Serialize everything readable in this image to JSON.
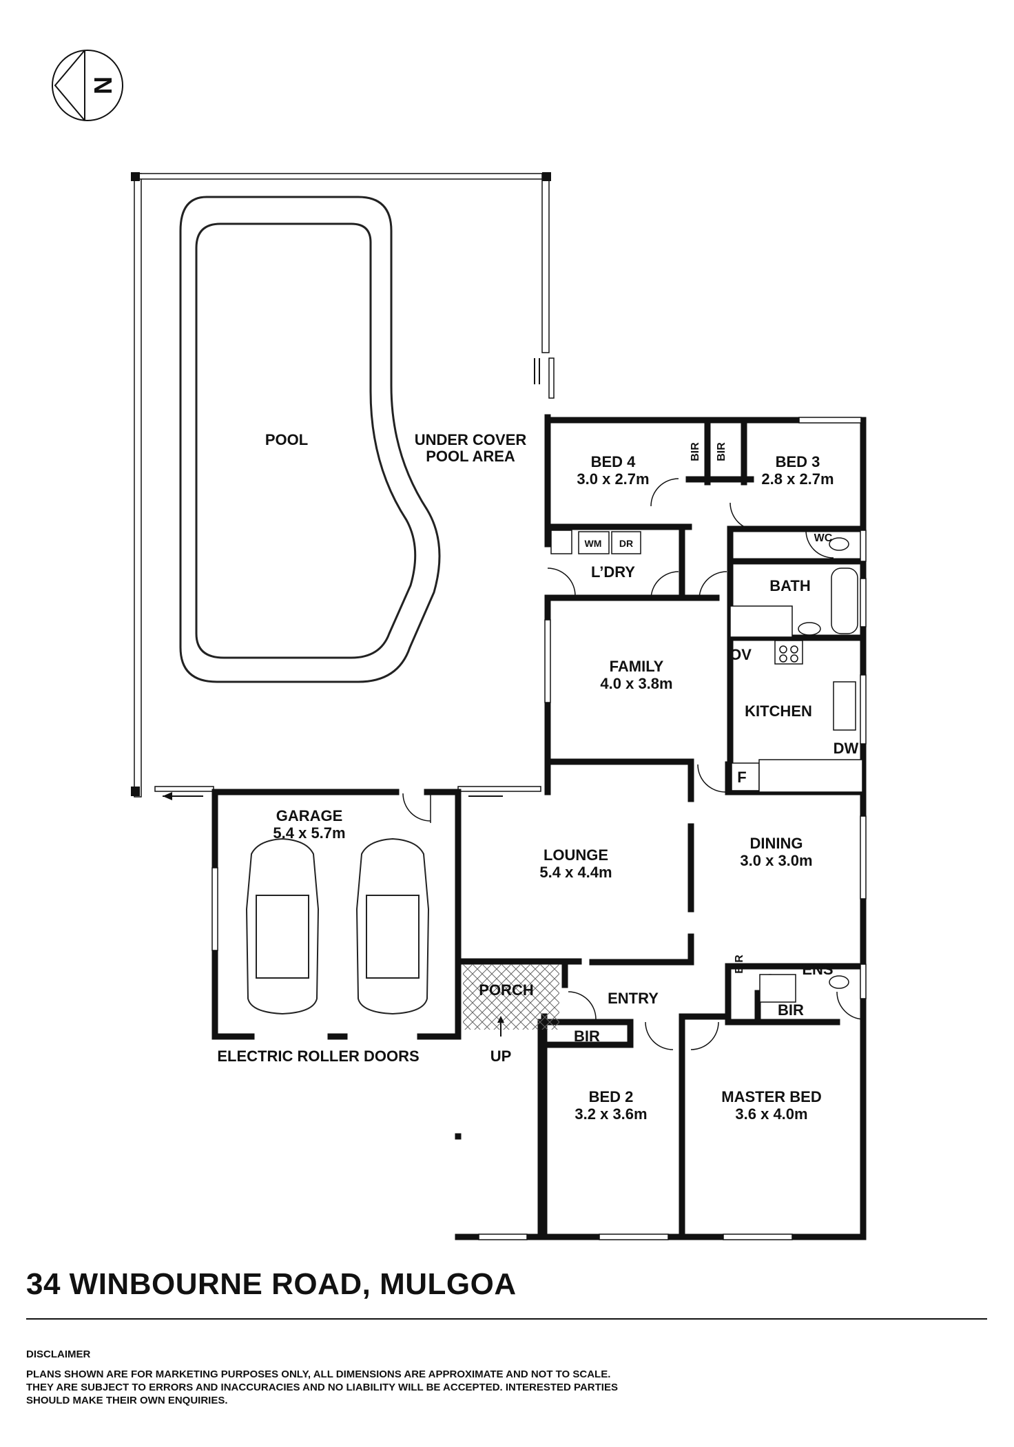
{
  "compass": {
    "letter": "N"
  },
  "rooms": {
    "pool": "POOL",
    "under_cover_1": "UNDER COVER",
    "under_cover_2": "POOL AREA",
    "bed4": "BED 4",
    "bed4_size": "3.0 x 2.7m",
    "bed3": "BED 3",
    "bed3_size": "2.8 x 2.7m",
    "bir": "BIR",
    "wm": "WM",
    "dr": "DR",
    "wc": "WC",
    "laundry": "L’DRY",
    "bath": "BATH",
    "family": "FAMILY",
    "family_size": "4.0 x 3.8m",
    "ov": "OV",
    "kitchen": "KITCHEN",
    "dw": "DW",
    "f": "F",
    "garage": "GARAGE",
    "garage_size": "5.4 x 5.7m",
    "lounge": "LOUNGE",
    "lounge_size": "5.4 x 4.4m",
    "dining": "DINING",
    "dining_size": "3.0 x 3.0m",
    "ens": "ENS",
    "porch": "PORCH",
    "entry": "ENTRY",
    "up": "UP",
    "roller_doors": "ELECTRIC ROLLER DOORS",
    "bed2": "BED 2",
    "bed2_size": "3.2 x 3.6m",
    "master": "MASTER BED",
    "master_size": "3.6 x 4.0m"
  },
  "address": "34 WINBOURNE ROAD, MULGOA",
  "disclaimer": {
    "title": "DISCLAIMER",
    "text": "PLANS SHOWN ARE FOR MARKETING PURPOSES ONLY, ALL DIMENSIONS ARE APPROXIMATE AND NOT TO SCALE. THEY ARE SUBJECT TO ERRORS AND INACCURACIES AND NO LIABILITY WILL BE ACCEPTED. INTERESTED PARTIES SHOULD MAKE THEIR OWN ENQUIRIES."
  }
}
